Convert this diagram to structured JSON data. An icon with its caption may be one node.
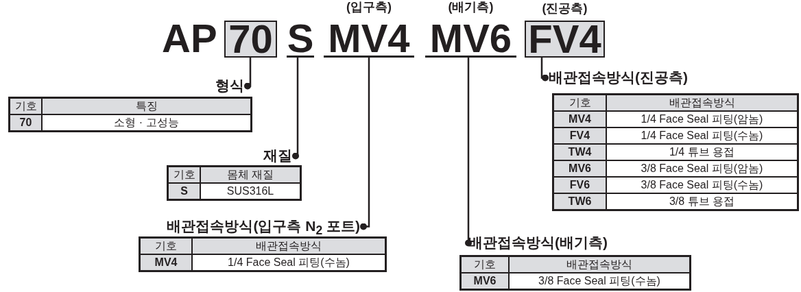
{
  "diagram": {
    "nodes": [
      {
        "text": [
          "70"
        ]
      },
      {
        "text": [
          "S"
        ]
      },
      {
        "text": [
          "MV4"
        ],
        "beside": [
          "(입구측)"
        ]
      },
      {
        "text": [
          "MV6"
        ],
        "beside": [
          "(배기측)"
        ]
      },
      {
        "text": [
          "FV4"
        ],
        "beside": [
          "(진공측)"
        ]
      },
      {
        "text": [
          "형식"
        ]
      },
      {
        "text": [
          "재질"
        ]
      },
      {
        "text": [
          "배관접속방식(입구측 N$_{2}$ 포트)"
        ]
      },
      {
        "text": [
          "배관접속방식(배기측)"
        ]
      },
      {
        "text": [
          "배관접속방식(진공측)"
        ]
      }
    ],
    "edges": [
      {
        "from": 0,
        "to": 5,
        "arrow": "other"
      },
      {
        "from": 1,
        "to": 6,
        "arrow": "other"
      },
      {
        "from": 2,
        "to": 7,
        "arrow": "other"
      },
      {
        "from": 3,
        "to": 8,
        "arrow": "other"
      },
      {
        "from": 4,
        "to": 9,
        "arrow": "other"
      }
    ],
    "labels": [
      "AP",
      "기호",
      "특징",
      "70",
      "소형 · 고성능",
      "기호",
      "배관접속방식",
      "MV4",
      "1/4 Face Seal 피팅(암놈)",
      "FV4",
      "1/4 Face Seal 피팅(수놈)",
      "TW4",
      "1/4 튜브 용접",
      "MV6",
      "3/8 Face Seal 피팅(암놈)",
      "FV6",
      "3/8 Face Seal 피팅(수놈)",
      "TW6",
      "3/8 튜브 용접",
      "기호",
      "몸체 재질",
      "S",
      "SUS316L",
      "기호",
      "배관접속방식",
      "MV4",
      "1/4 Face Seal 피팅(수놈)",
      "기호",
      "배관접속방식",
      "MV6",
      "3/8 Face Seal 피팅(수놈)"
    ]
  }
}
